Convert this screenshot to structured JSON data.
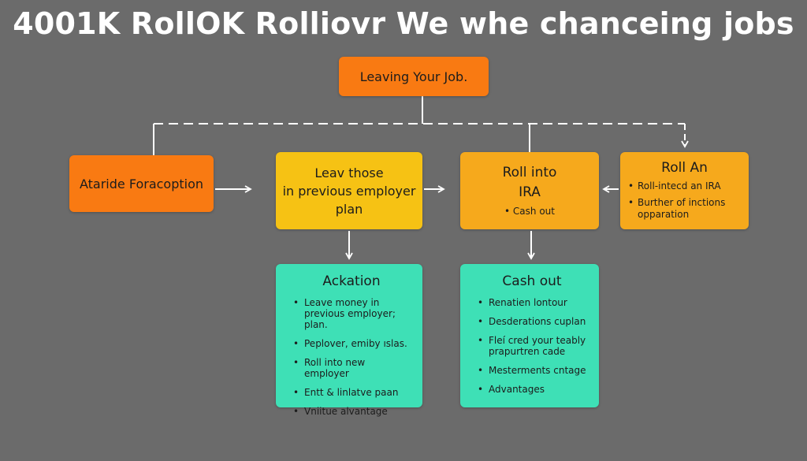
{
  "title": "4001K RollOK Rolliovr We whe chanceing jobs",
  "nodes": {
    "top": {
      "label": "Leaving Your Job."
    },
    "alternative": {
      "label": "Ataride Foracoption"
    },
    "leave": {
      "lines": [
        "Leav those",
        "in previous employer",
        "plan"
      ]
    },
    "roll_ira": {
      "lines": [
        "Roll into",
        "IRA"
      ],
      "bullet": "Cash out"
    },
    "roll_an": {
      "label": "Roll An",
      "bullets": [
        "Roll-intecd an IRA",
        "Burther of inctions opparation"
      ]
    },
    "ackation": {
      "label": "Ackation",
      "bullets": [
        "Leave money in previous employer; plan.",
        "Peplover, emiby ıslas.",
        "Roll into new employer",
        "Entt & linlatve paan",
        "Vniitue alvantage"
      ]
    },
    "cash_out": {
      "label": "Cash out",
      "bullets": [
        "Renatien lontour",
        "Desderations cuplan",
        "Fleí cred your teably prapurtren cade",
        "Mesterments cntage",
        "Advantages"
      ]
    }
  },
  "colors": {
    "background": "#6b6b6b",
    "orange": "#f97a12",
    "yellow": "#f6c214",
    "amber": "#f6a91c",
    "teal": "#3ee0b6",
    "connector": "#ffffff"
  }
}
